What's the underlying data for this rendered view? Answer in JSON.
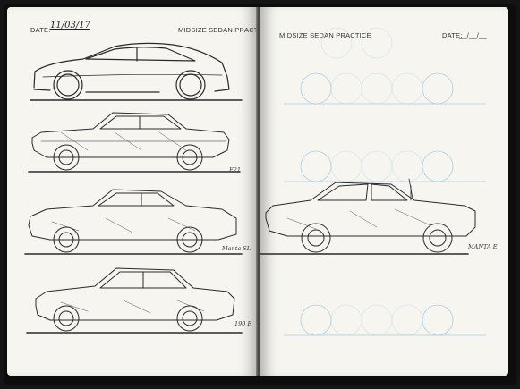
{
  "left_page": {
    "date_label": "DATE:",
    "date_value": "11/03/17",
    "title": "MIDSIZE SEDAN PRACTICE",
    "annotations": [
      "E21",
      "Manta SL",
      "190 E"
    ]
  },
  "right_page": {
    "title": "MIDSIZE SEDAN PRACTICE",
    "date_label": "DATE:",
    "date_value": "__/__/__",
    "annotations": [
      "MANTA E"
    ]
  },
  "colors": {
    "paper": "#f6f5f0",
    "guide_blue": "#a9cfe3",
    "pencil": "#2a2a2a"
  }
}
